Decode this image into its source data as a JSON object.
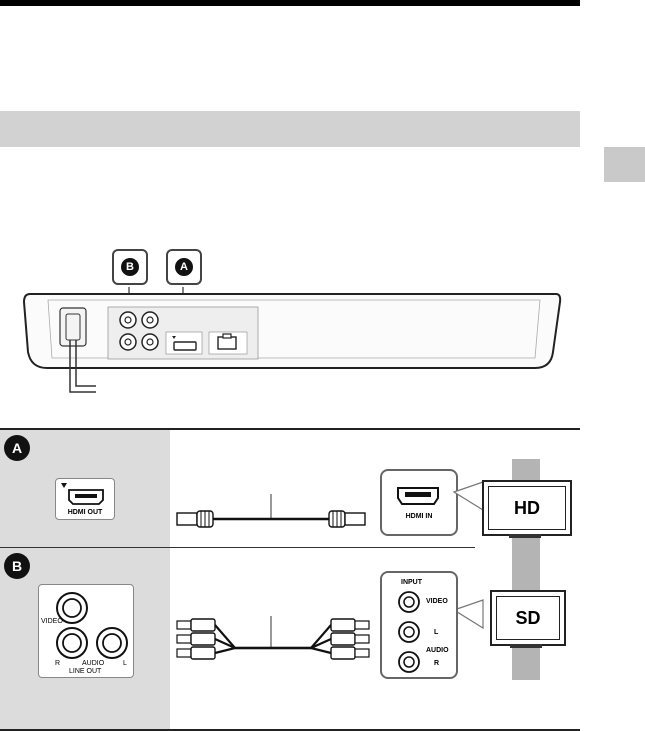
{
  "markers": {
    "a": "A",
    "b": "B"
  },
  "row_a": {
    "player_port": "HDMI OUT",
    "tv_port": "HDMI IN",
    "tv_label": "HD"
  },
  "row_b": {
    "player_ports": {
      "video": "VIDEO",
      "r": "R",
      "audio": "AUDIO",
      "l": "L",
      "line_out": "LINE OUT"
    },
    "tv_panel": {
      "input": "INPUT",
      "video": "VIDEO",
      "l": "L",
      "audio": "AUDIO",
      "r": "R"
    },
    "tv_label": "SD"
  }
}
